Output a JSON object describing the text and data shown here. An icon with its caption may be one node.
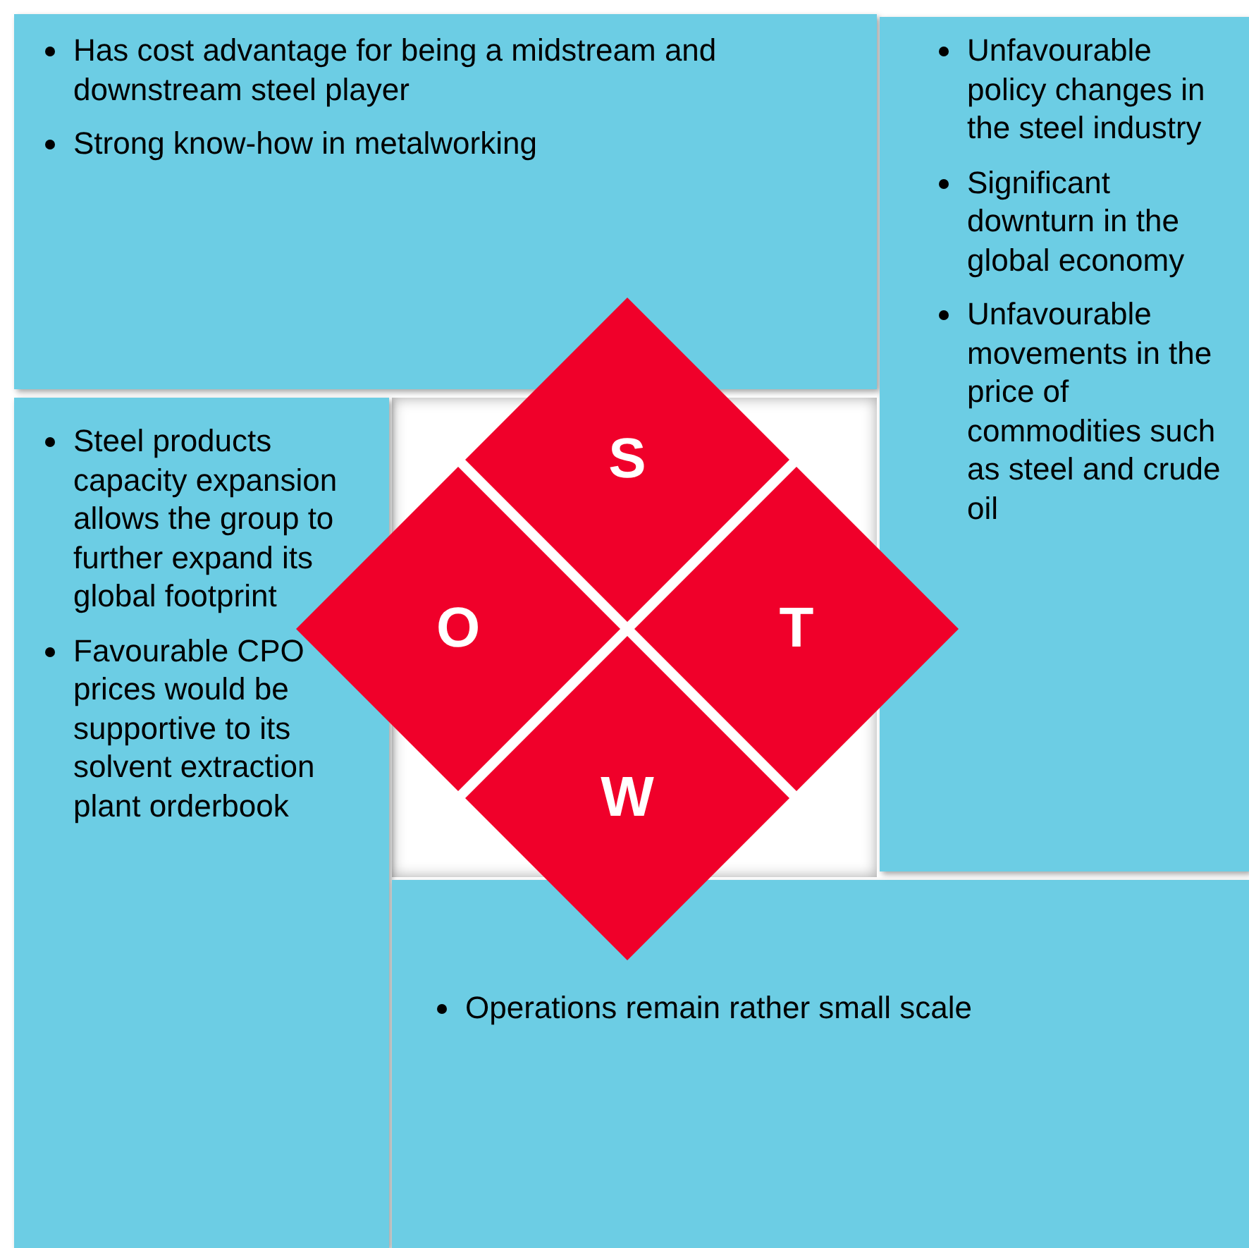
{
  "diagram": {
    "nodes": [
      {
        "text": [
          "Has cost advantage for being a midstream and downstream steel player",
          "Strong know-how in metalworking"
        ]
      },
      {
        "text": [
          "Unfavourable policy changes in the steel industry",
          "Significant downturn in the global economy",
          "Unfavourable movements in the price of commodities such as steel and crude oil"
        ]
      },
      {
        "text": [
          "Steel products capacity expansion allows the group to further expand its global footprint",
          "Favourable CPO prices would be supportive to its solvent extraction plant orderbook"
        ]
      },
      {
        "text": [
          "S"
        ]
      },
      {
        "text": [
          "O"
        ]
      },
      {
        "text": [
          "T"
        ]
      },
      {
        "text": [
          "W"
        ]
      },
      {
        "text": [
          "Operations remain rather small scale"
        ]
      }
    ]
  }
}
